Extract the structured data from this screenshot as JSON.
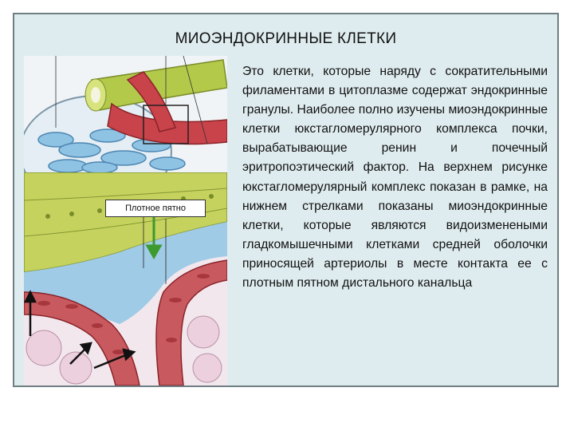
{
  "slide": {
    "title": "МИОЭНДОКРИННЫЕ КЛЕТКИ",
    "figure_label": "Плотное пятно",
    "body": "Это клетки, которые наряду с сократительными филаментами в цитоплазме содержат эндокринные гранулы. Наиболее полно изучены миоэндокринные клетки юкстагломерулярного комплекса почки, вырабатывающие ренин и почечный эритропоэтический фактор. На верхнем рисунке юкстагломерулярный комплекс показан в рамке, на нижнем стрелками показаны миоэндокринные клетки, которые являются видоизменеными гладкомышечными клетками средней оболочки приносящей артериолы в месте контакта ее с плотным пятном дистального канальца"
  },
  "colors": {
    "slide_bg": "#dfecef",
    "tubule_green": "#b3c94a",
    "vessel_red": "#c8434a",
    "capillary_blue": "#8fc3e4"
  }
}
